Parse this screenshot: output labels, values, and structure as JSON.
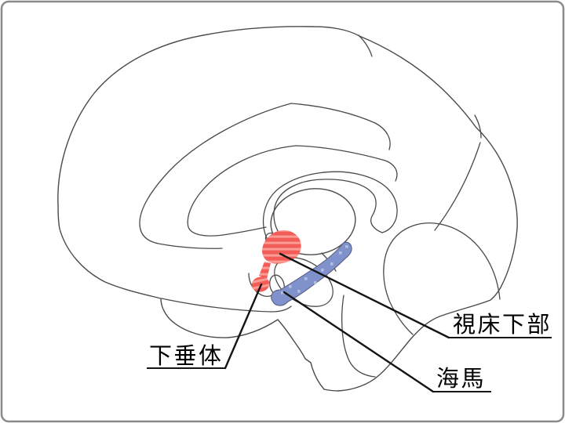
{
  "figure": {
    "type": "anatomical-diagram",
    "subject": "brain mid-sagittal section with limbic / endocrine structures",
    "background": "#ffffff",
    "border_color": "#8a8a8a",
    "colors": {
      "brain_fill": "#fae6d4",
      "outline": "#4a4a4a",
      "region_red": "#f45d57",
      "region_red_stripe": "#fa9d96",
      "region_blue": "#8092cb",
      "region_blue_dot": "#b3bddf",
      "label_text": "#000000",
      "leader_line": "#141414"
    },
    "regions": [
      {
        "id": "hypothalamus",
        "label": "視床下部",
        "style": "red-striped"
      },
      {
        "id": "pituitary",
        "label": "下垂体",
        "style": "red-striped"
      },
      {
        "id": "hippocampus",
        "label": "海馬",
        "style": "blue-dotted"
      }
    ]
  }
}
